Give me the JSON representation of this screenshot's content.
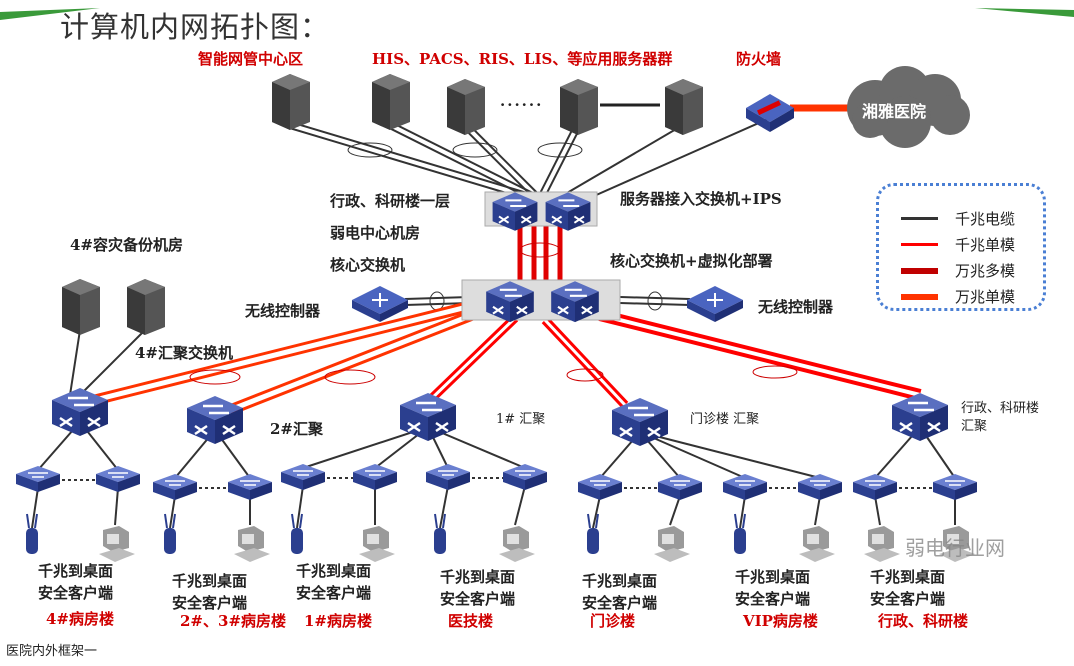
{
  "title": "计算机内网拓扑图：",
  "zones": {
    "nms": "智能网管中心区",
    "apps": "HIS、PACS、RIS、LIS、等应用服务器群",
    "firewall": "防火墙",
    "cloud": "湘雅医院",
    "dots": "......"
  },
  "core": {
    "location_line1": "行政、科研楼一层",
    "location_line2": "弱电中心机房",
    "location_line3": "核心交换机",
    "server_access": "服务器接入交换机+IPS",
    "core_switch": "核心交换机+虚拟化部署",
    "wlc_left": "无线控制器",
    "wlc_right": "无线控制器"
  },
  "backup": {
    "room": "4#容灾备份机房",
    "agg4": "4#汇聚交换机"
  },
  "aggregation": {
    "agg2": "2#汇聚",
    "agg1": "1# 汇聚",
    "outpatient": "门诊楼  汇聚",
    "admin_line1": "行政、科研楼",
    "admin_line2": "汇聚"
  },
  "endpoints": {
    "line1": "千兆到桌面",
    "line2": "安全客户端"
  },
  "buildings": [
    "4#病房楼",
    "2#、3#病房楼",
    "1#病房楼",
    "医技楼",
    "门诊楼",
    "VIP病房楼",
    "行政、科研楼"
  ],
  "legend": [
    {
      "label": "千兆电缆",
      "color": "#333333"
    },
    {
      "label": "千兆单模",
      "color": "#ff0000"
    },
    {
      "label": "万兆多模",
      "color": "#c00000"
    },
    {
      "label": "万兆单模",
      "color": "#ff3300"
    }
  ],
  "watermark": "弱电行业网",
  "footer": "医院内外框架一",
  "colors": {
    "accent_green": "#3a9a3a",
    "label_red": "#d00000",
    "switch_blue": "#2b3f8f"
  }
}
